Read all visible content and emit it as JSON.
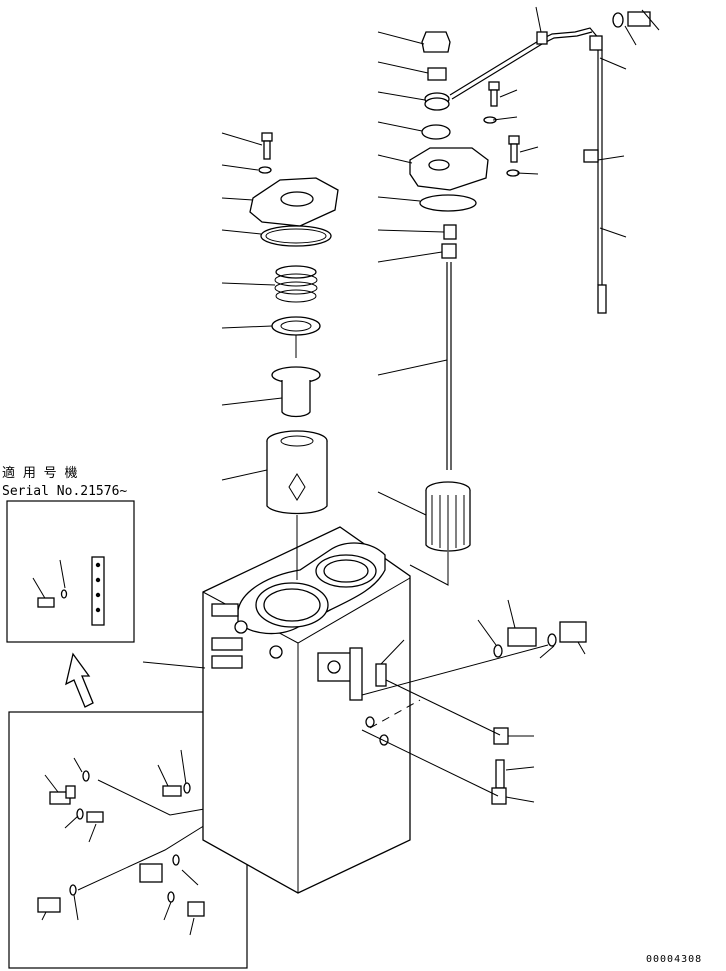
{
  "serial_note": {
    "line1": "適 用 号 機",
    "line2": "Serial No.21576~"
  },
  "drawing_code": "00004308"
}
